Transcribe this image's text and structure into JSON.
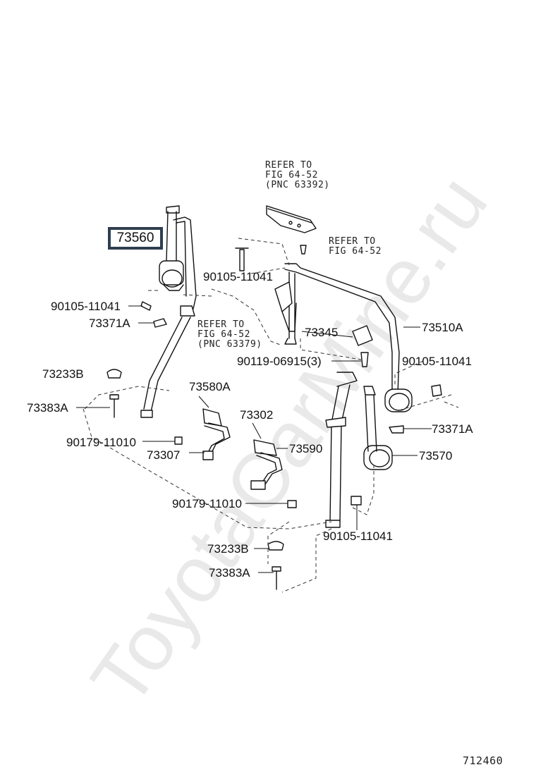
{
  "watermark": "ToyotaCarMine.ru",
  "diagram_number": "712460",
  "highlighted_part": "73560",
  "refer_notes": {
    "top": [
      "REFER TO",
      "FIG 64-52",
      "(PNC 63392)"
    ],
    "middle_right": [
      "REFER TO",
      "FIG 64-52"
    ],
    "middle_left": [
      "REFER TO",
      "FIG 64-52",
      "(PNC 63379)"
    ]
  },
  "parts": {
    "p_90105_11041_a": "90105-11041",
    "p_90105_11041_b": "90105-11041",
    "p_90105_11041_c": "90105-11041",
    "p_90105_11041_d": "90105-11041",
    "p_73371A_a": "73371A",
    "p_73371A_b": "73371A",
    "p_73345": "73345",
    "p_73510A": "73510A",
    "p_90119_06915": "90119-06915(3)",
    "p_73233B_a": "73233B",
    "p_73233B_b": "73233B",
    "p_73580A": "73580A",
    "p_73383A_a": "73383A",
    "p_73383A_b": "73383A",
    "p_73302": "73302",
    "p_90179_11010_a": "90179-11010",
    "p_90179_11010_b": "90179-11010",
    "p_73307": "73307",
    "p_73590": "73590",
    "p_73570": "73570"
  }
}
